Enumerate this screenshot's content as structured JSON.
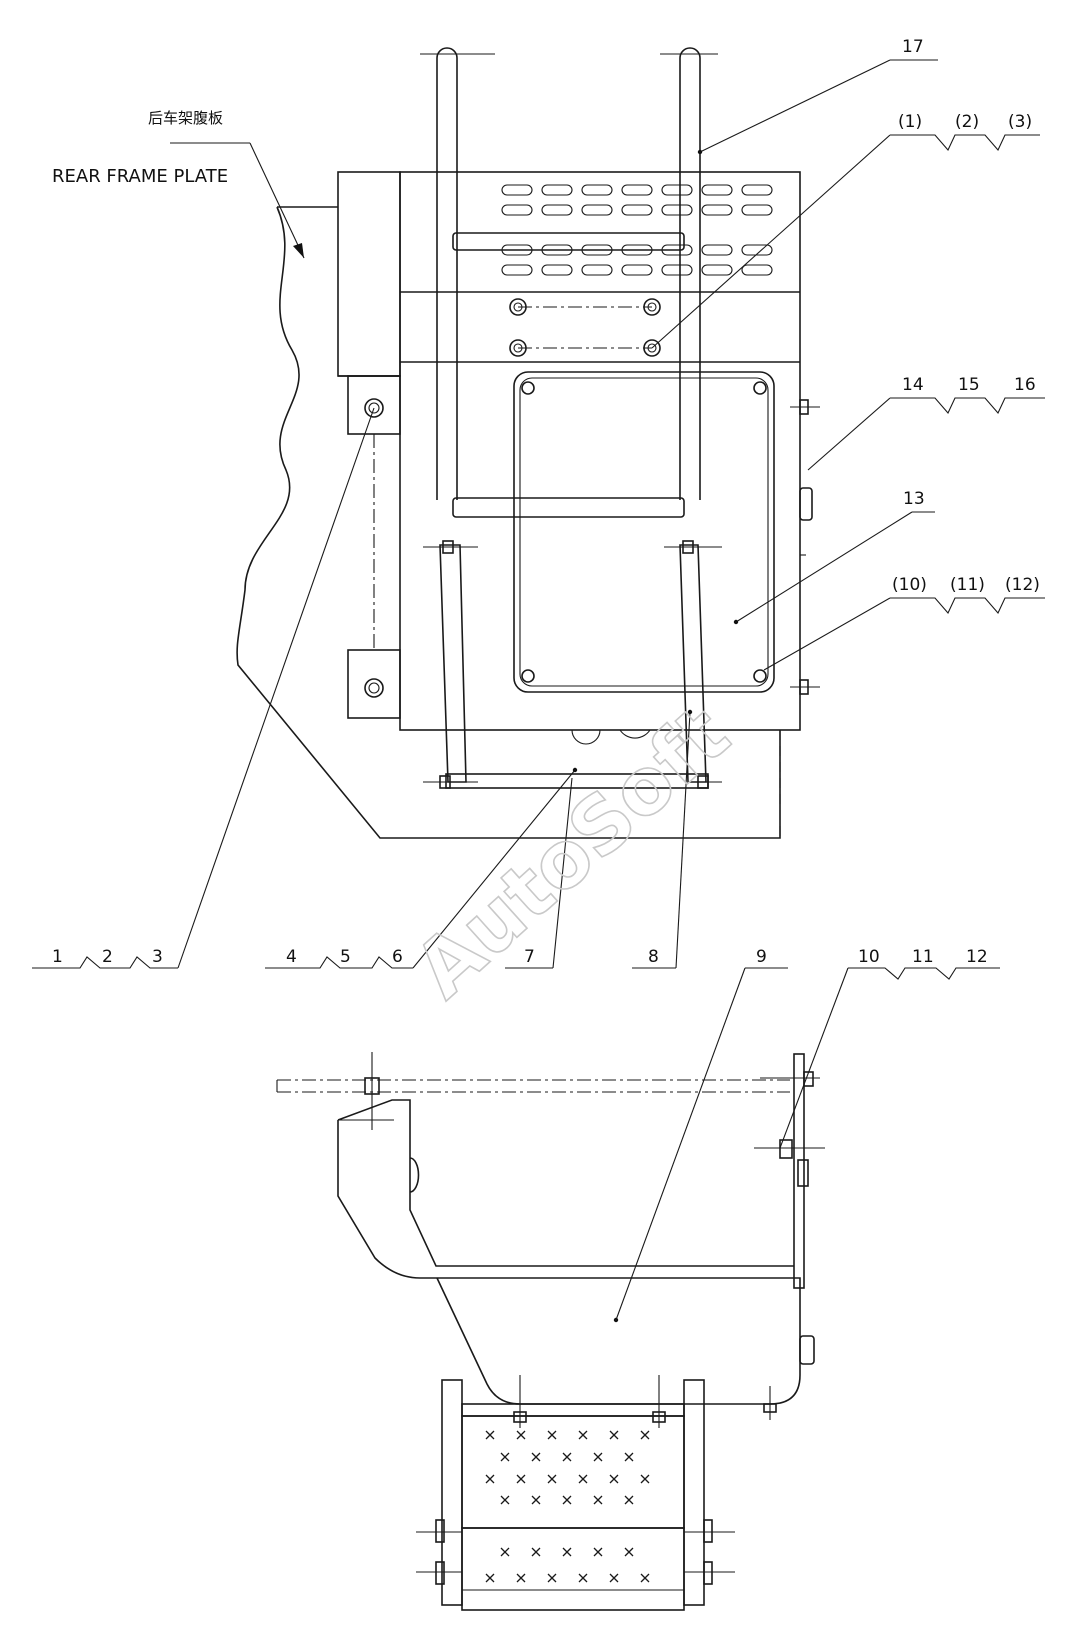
{
  "title_cn": "后车架腹板",
  "title_en": "REAR FRAME PLATE",
  "watermark": "AutoSoft",
  "callouts": {
    "c17": "17",
    "c1p": "(1)",
    "c2p": "(2)",
    "c3p": "(3)",
    "c14": "14",
    "c15": "15",
    "c16": "16",
    "c13": "13",
    "c10p": "(10)",
    "c11p": "(11)",
    "c12p": "(12)",
    "c1": "1",
    "c2": "2",
    "c3": "3",
    "c4": "4",
    "c5": "5",
    "c6": "6",
    "c7": "7",
    "c8": "8",
    "c9": "9",
    "c10": "10",
    "c11": "11",
    "c12": "12"
  }
}
